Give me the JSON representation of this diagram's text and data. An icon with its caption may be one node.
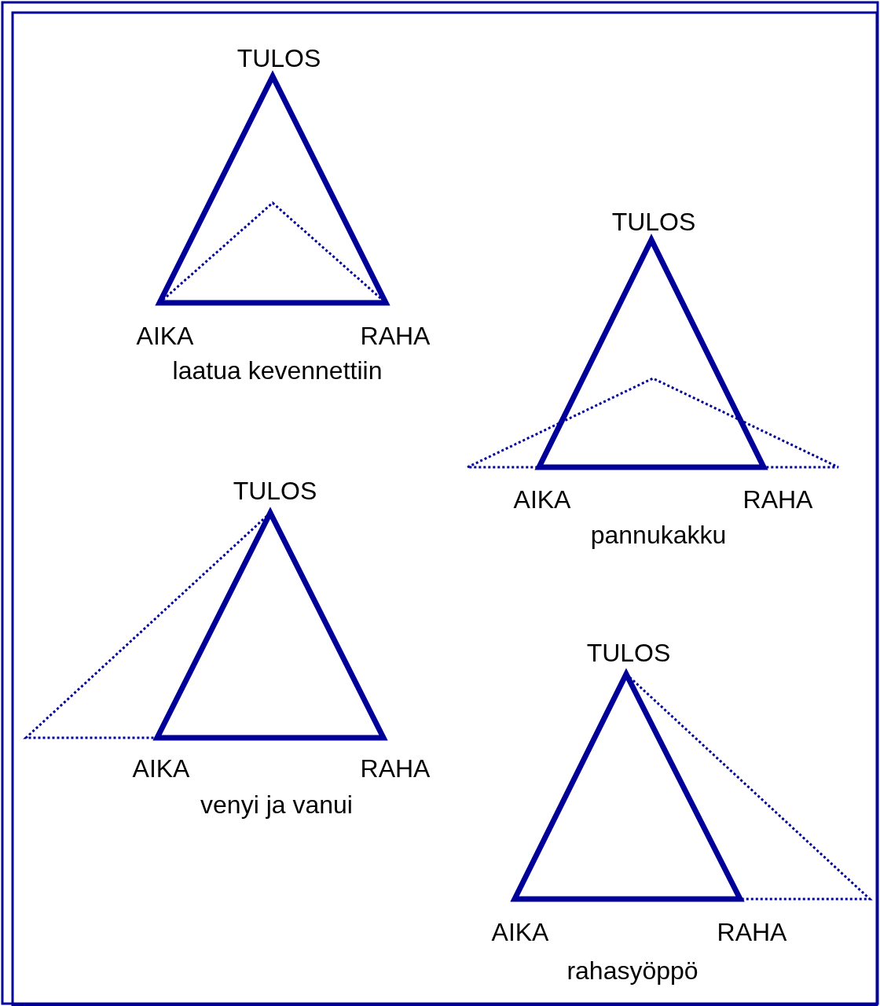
{
  "diagram": {
    "labels": [
      "TULOS",
      "AIKA",
      "RAHA",
      "laatua kevennettiin",
      "TULOS",
      "AIKA",
      "RAHA",
      "pannukakku",
      "TULOS",
      "AIKA",
      "RAHA",
      "venyi ja vanui",
      "TULOS",
      "AIKA",
      "RAHA",
      "rahasyöppö"
    ]
  }
}
